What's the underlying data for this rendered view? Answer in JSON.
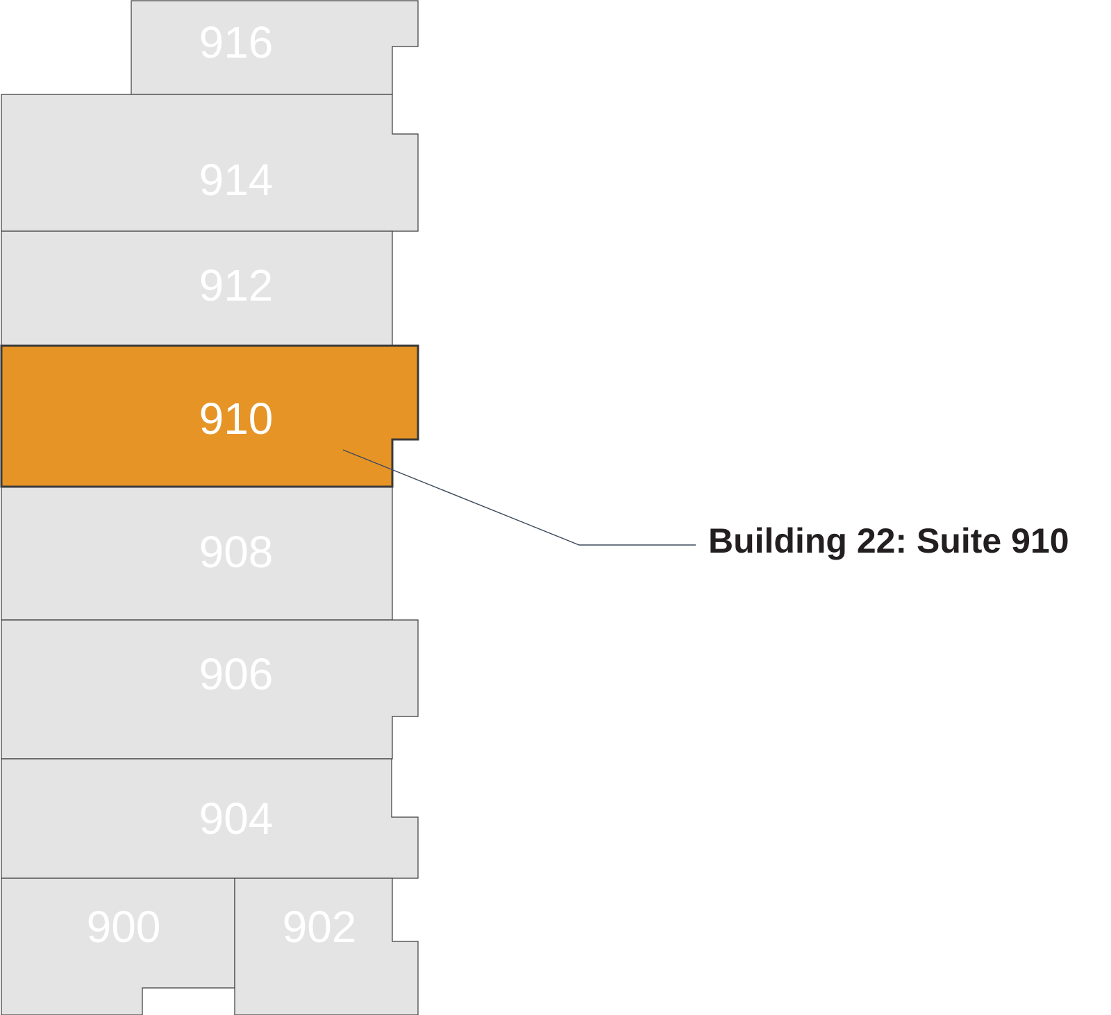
{
  "colors": {
    "suite_fill": "#e4e4e4",
    "highlight_fill": "#e69425",
    "label_on_gray": "#ffffff",
    "label_on_highlight": "#ffffff",
    "outline": "#3a3a3a",
    "callout_line": "#3d4a5c",
    "callout_text": "#231f20"
  },
  "suites": [
    {
      "number": "916",
      "highlighted": false
    },
    {
      "number": "914",
      "highlighted": false
    },
    {
      "number": "912",
      "highlighted": false
    },
    {
      "number": "910",
      "highlighted": true
    },
    {
      "number": "908",
      "highlighted": false
    },
    {
      "number": "906",
      "highlighted": false
    },
    {
      "number": "904",
      "highlighted": false
    },
    {
      "number": "900",
      "highlighted": false
    },
    {
      "number": "902",
      "highlighted": false
    }
  ],
  "callout": {
    "text": "Building 22: Suite 910",
    "target_suite": "910"
  }
}
